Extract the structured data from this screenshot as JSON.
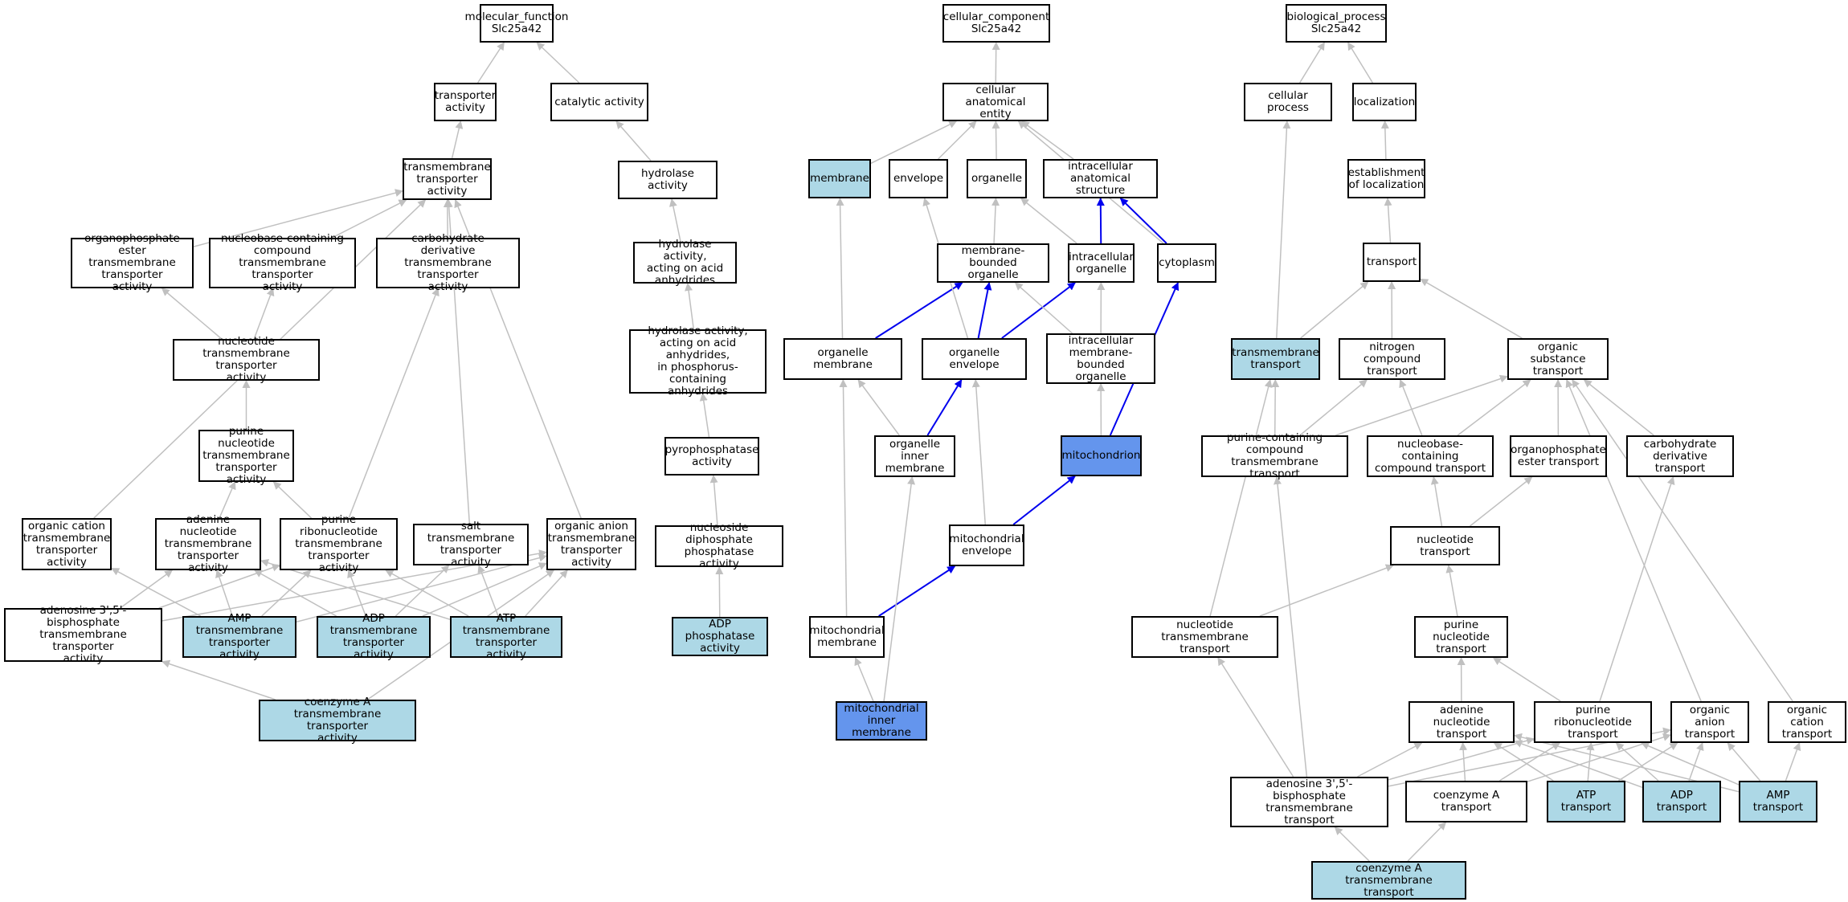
{
  "colors": {
    "default_edge": "#c0c0c0",
    "highlight_edge": "#0000ee",
    "annotated_fill": "#add8e6",
    "strong_fill": "#6495ed",
    "node_fill": "#ffffff",
    "node_border": "#000000"
  },
  "nodes": {
    "mf": {
      "label": "molecular_function\nSlc25a42"
    },
    "cc": {
      "label": "cellular_component\nSlc25a42"
    },
    "bp": {
      "label": "biological_process\nSlc25a42"
    },
    "ta": {
      "label": "transporter\nactivity"
    },
    "ca": {
      "label": "catalytic activity"
    },
    "tmta": {
      "label": "transmembrane\ntransporter\nactivity"
    },
    "ha": {
      "label": "hydrolase activity"
    },
    "oetta": {
      "label": "organophosphate\nester transmembrane\ntransporter\nactivity"
    },
    "nbctta": {
      "label": "nucleobase-containing\ncompound transmembrane\ntransporter\nactivity"
    },
    "cdtta": {
      "label": "carbohydrate\nderivative transmembrane\ntransporter\nactivity"
    },
    "haaa": {
      "label": "hydrolase activity,\nacting on acid\nanhydrides"
    },
    "ntta": {
      "label": "nucleotide transmembrane\ntransporter\nactivity"
    },
    "haap": {
      "label": "hydrolase activity,\nacting on acid\nanhydrides,\nin phosphorus-containing\nanhydrides"
    },
    "pntta": {
      "label": "purine nucleotide\ntransmembrane\ntransporter\nactivity"
    },
    "ppa": {
      "label": "pyrophosphatase\nactivity"
    },
    "octta": {
      "label": "organic cation\ntransmembrane\ntransporter\nactivity"
    },
    "antta": {
      "label": "adenine nucleotide\ntransmembrane\ntransporter\nactivity"
    },
    "prntta": {
      "label": "purine ribonucleotide\ntransmembrane\ntransporter\nactivity"
    },
    "stta": {
      "label": "salt transmembrane\ntransporter\nactivity"
    },
    "oatta": {
      "label": "organic anion\ntransmembrane\ntransporter\nactivity"
    },
    "ndppa": {
      "label": "nucleoside diphosphate\nphosphatase\nactivity"
    },
    "a35tta": {
      "label": "adenosine 3',5'-bisphosphate\ntransmembrane\ntransporter\nactivity"
    },
    "amptta": {
      "label": "AMP transmembrane\ntransporter\nactivity"
    },
    "adptta": {
      "label": "ADP transmembrane\ntransporter\nactivity"
    },
    "atptta": {
      "label": "ATP transmembrane\ntransporter\nactivity"
    },
    "adppa": {
      "label": "ADP phosphatase\nactivity"
    },
    "coatta": {
      "label": "coenzyme A transmembrane\ntransporter\nactivity"
    },
    "cae": {
      "label": "cellular anatomical\nentity"
    },
    "mem": {
      "label": "membrane"
    },
    "env": {
      "label": "envelope"
    },
    "org": {
      "label": "organelle"
    },
    "ias": {
      "label": "intracellular\nanatomical structure"
    },
    "mbo": {
      "label": "membrane-bounded\norganelle"
    },
    "io": {
      "label": "intracellular\norganelle"
    },
    "cyto": {
      "label": "cytoplasm"
    },
    "om": {
      "label": "organelle membrane"
    },
    "oe": {
      "label": "organelle envelope"
    },
    "imbo": {
      "label": "intracellular\nmembrane-bounded\norganelle"
    },
    "oim": {
      "label": "organelle inner\nmembrane"
    },
    "mito": {
      "label": "mitochondrion"
    },
    "me": {
      "label": "mitochondrial\nenvelope"
    },
    "mm": {
      "label": "mitochondrial\nmembrane"
    },
    "mim": {
      "label": "mitochondrial\ninner membrane"
    },
    "cp": {
      "label": "cellular process"
    },
    "loc": {
      "label": "localization"
    },
    "eol": {
      "label": "establishment\nof localization"
    },
    "tr": {
      "label": "transport"
    },
    "tmt": {
      "label": "transmembrane\ntransport"
    },
    "nct": {
      "label": "nitrogen compound\ntransport"
    },
    "ost": {
      "label": "organic substance\ntransport"
    },
    "pcctt": {
      "label": "purine-containing\ncompound transmembrane\ntransport"
    },
    "nbcct": {
      "label": "nucleobase-containing\ncompound transport"
    },
    "oet": {
      "label": "organophosphate\nester transport"
    },
    "cdt": {
      "label": "carbohydrate\nderivative transport"
    },
    "nt": {
      "label": "nucleotide transport"
    },
    "ntt": {
      "label": "nucleotide transmembrane\ntransport"
    },
    "pnt": {
      "label": "purine nucleotide\ntransport"
    },
    "ant": {
      "label": "adenine nucleotide\ntransport"
    },
    "prnt": {
      "label": "purine ribonucleotide\ntransport"
    },
    "oat": {
      "label": "organic anion\ntransport"
    },
    "oct": {
      "label": "organic cation\ntransport"
    },
    "a35tt": {
      "label": "adenosine 3',5'-bisphosphate\ntransmembrane\ntransport"
    },
    "coat": {
      "label": "coenzyme A transport"
    },
    "atpt": {
      "label": "ATP transport"
    },
    "adpt": {
      "label": "ADP transport"
    },
    "ampt": {
      "label": "AMP transport"
    },
    "coatt": {
      "label": "coenzyme A transmembrane\ntransport"
    }
  },
  "edges": [
    [
      "ta",
      "mf"
    ],
    [
      "ca",
      "mf"
    ],
    [
      "tmta",
      "ta"
    ],
    [
      "ha",
      "ca"
    ],
    [
      "haaa",
      "ha"
    ],
    [
      "haap",
      "haaa"
    ],
    [
      "ppa",
      "haap"
    ],
    [
      "ndppa",
      "ppa"
    ],
    [
      "adppa",
      "ndppa"
    ],
    [
      "oetta",
      "tmta"
    ],
    [
      "nbctta",
      "tmta"
    ],
    [
      "cdtta",
      "tmta"
    ],
    [
      "octta",
      "tmta"
    ],
    [
      "stta",
      "tmta"
    ],
    [
      "oatta",
      "tmta"
    ],
    [
      "ntta",
      "oetta"
    ],
    [
      "ntta",
      "nbctta"
    ],
    [
      "pntta",
      "ntta"
    ],
    [
      "antta",
      "pntta"
    ],
    [
      "prntta",
      "pntta"
    ],
    [
      "prntta",
      "cdtta"
    ],
    [
      "amptta",
      "octta"
    ],
    [
      "amptta",
      "antta"
    ],
    [
      "amptta",
      "prntta"
    ],
    [
      "amptta",
      "oatta"
    ],
    [
      "adptta",
      "antta"
    ],
    [
      "adptta",
      "prntta"
    ],
    [
      "adptta",
      "oatta"
    ],
    [
      "adptta",
      "stta"
    ],
    [
      "atptta",
      "antta"
    ],
    [
      "atptta",
      "prntta"
    ],
    [
      "atptta",
      "oatta"
    ],
    [
      "atptta",
      "stta"
    ],
    [
      "a35tta",
      "antta"
    ],
    [
      "a35tta",
      "prntta"
    ],
    [
      "a35tta",
      "oatta"
    ],
    [
      "coatta",
      "a35tta"
    ],
    [
      "coatta",
      "oatta"
    ],
    [
      "cae",
      "cc"
    ],
    [
      "mem",
      "cae"
    ],
    [
      "env",
      "cae"
    ],
    [
      "org",
      "cae"
    ],
    [
      "ias",
      "cae"
    ],
    [
      "cyto",
      "cae"
    ],
    [
      "mbo",
      "org"
    ],
    [
      "io",
      "org"
    ],
    [
      "io",
      "ias",
      "hi"
    ],
    [
      "cyto",
      "ias",
      "hi"
    ],
    [
      "om",
      "mem"
    ],
    [
      "om",
      "mbo",
      "hi"
    ],
    [
      "oe",
      "env"
    ],
    [
      "oe",
      "mbo",
      "hi"
    ],
    [
      "oe",
      "io",
      "hi"
    ],
    [
      "imbo",
      "mbo"
    ],
    [
      "imbo",
      "io"
    ],
    [
      "oim",
      "om"
    ],
    [
      "oim",
      "oe",
      "hi"
    ],
    [
      "mito",
      "imbo"
    ],
    [
      "mito",
      "cyto",
      "hi"
    ],
    [
      "me",
      "oe"
    ],
    [
      "me",
      "mito",
      "hi"
    ],
    [
      "mm",
      "om"
    ],
    [
      "mm",
      "me",
      "hi"
    ],
    [
      "mim",
      "mm"
    ],
    [
      "mim",
      "oim"
    ],
    [
      "cp",
      "bp"
    ],
    [
      "loc",
      "bp"
    ],
    [
      "eol",
      "loc"
    ],
    [
      "tr",
      "eol"
    ],
    [
      "tmt",
      "cp"
    ],
    [
      "tmt",
      "tr"
    ],
    [
      "nct",
      "tr"
    ],
    [
      "ost",
      "tr"
    ],
    [
      "pcctt",
      "tmt"
    ],
    [
      "pcctt",
      "nct"
    ],
    [
      "pcctt",
      "ost"
    ],
    [
      "nbcct",
      "nct"
    ],
    [
      "nbcct",
      "ost"
    ],
    [
      "oet",
      "ost"
    ],
    [
      "cdt",
      "ost"
    ],
    [
      "nt",
      "nbcct"
    ],
    [
      "nt",
      "oet"
    ],
    [
      "ntt",
      "tmt"
    ],
    [
      "ntt",
      "nt"
    ],
    [
      "pnt",
      "nt"
    ],
    [
      "ant",
      "pnt"
    ],
    [
      "prnt",
      "pnt"
    ],
    [
      "prnt",
      "cdt"
    ],
    [
      "oat",
      "ost"
    ],
    [
      "oct",
      "ost"
    ],
    [
      "a35tt",
      "pcctt"
    ],
    [
      "a35tt",
      "ntt"
    ],
    [
      "a35tt",
      "ant"
    ],
    [
      "a35tt",
      "prnt"
    ],
    [
      "a35tt",
      "oat"
    ],
    [
      "coat",
      "ant"
    ],
    [
      "coat",
      "prnt"
    ],
    [
      "coat",
      "oat"
    ],
    [
      "atpt",
      "ant"
    ],
    [
      "atpt",
      "prnt"
    ],
    [
      "atpt",
      "oat"
    ],
    [
      "adpt",
      "ant"
    ],
    [
      "adpt",
      "prnt"
    ],
    [
      "adpt",
      "oat"
    ],
    [
      "ampt",
      "ant"
    ],
    [
      "ampt",
      "prnt"
    ],
    [
      "ampt",
      "oat"
    ],
    [
      "ampt",
      "oct"
    ],
    [
      "coatt",
      "a35tt"
    ],
    [
      "coatt",
      "coat"
    ]
  ]
}
